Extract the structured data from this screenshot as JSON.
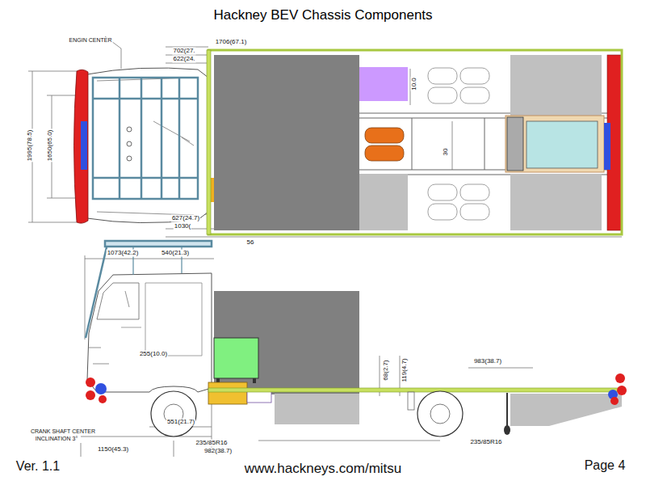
{
  "diagram": {
    "title": "Hackney BEV Chassis Components",
    "labels": [
      "ENGIN CENTER",
      "1706(67.1)",
      "702(27.",
      "622(24.",
      "1995(78.5)",
      "1650(65.0)",
      "627(24.7)",
      "1030(",
      "56",
      "10.0",
      "30",
      "1073(42.2)",
      "540(21.3)",
      "255(10.0)",
      "68(2.7)",
      "119(4.7)",
      "983(38.7)",
      "551(21.7)",
      "CRANK SHAFT CENTER",
      "INCLINATION 3°",
      "1150(45.3)",
      "235/85R16",
      "982(38.7)",
      "235/85R16",
      "Ver. 1.1",
      "www.hackneys.com/mitsu",
      "Page 4"
    ]
  }
}
